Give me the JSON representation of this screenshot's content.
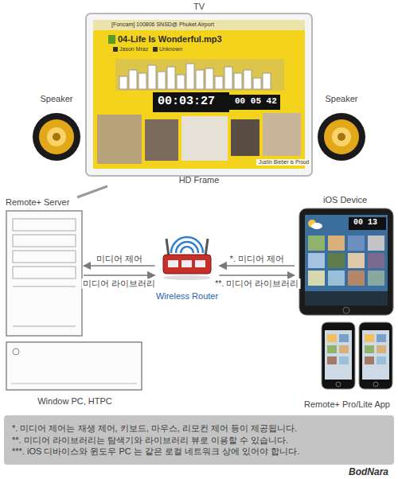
{
  "diagram": {
    "nodes": [
      {
        "text": [
          "TV",
          "HD Frame"
        ]
      },
      {
        "text": [
          "Speaker"
        ]
      },
      {
        "text": [
          "Speaker"
        ]
      },
      {
        "text": [
          "Remote+ Server"
        ]
      },
      {
        "text": [
          "Window PC, HTPC"
        ]
      },
      {
        "text": [
          "Wireless Router"
        ]
      },
      {
        "text": [
          "iOS Device"
        ]
      },
      {
        "text": [
          "Remote+ Pro/Lite App"
        ]
      },
      {
        "text": [
          "*. 미디어 제어는 재생 제어, 키보드, 마우스, 리모컨 제어 등이 제공됩니다.",
          "**. 미디어 라이브러리는 탐색기와 라이브러리 뷰로 이용할 수 있습니다.",
          "***. iOS 디바이스와 윈도우 PC 는 같은 로컬 네트워크 상에 있어야 합니다."
        ]
      }
    ],
    "edges": [
      {
        "from": 3,
        "to": 0,
        "arrow": "none"
      },
      {
        "from": 5,
        "to": 3,
        "label": "미디어 제어",
        "arrow": "to"
      },
      {
        "from": 3,
        "to": 5,
        "label": "미디어 라이브러리",
        "arrow": "to"
      },
      {
        "from": 6,
        "to": 5,
        "label": "*. 미디어 제어",
        "arrow": "to"
      },
      {
        "from": 5,
        "to": 6,
        "label": "**. 미디어 라이브러리",
        "arrow": "to"
      }
    ],
    "labels": [
      "[Foncam] 100806 SNSD@ Phuket Airport",
      "04-Life Is Wonderful.mp3",
      "Jason Mraz",
      "Unknown",
      "00:03:27",
      "00 05 42",
      "Justin Bieber is Proud",
      "00 13",
      "BodNara"
    ]
  }
}
